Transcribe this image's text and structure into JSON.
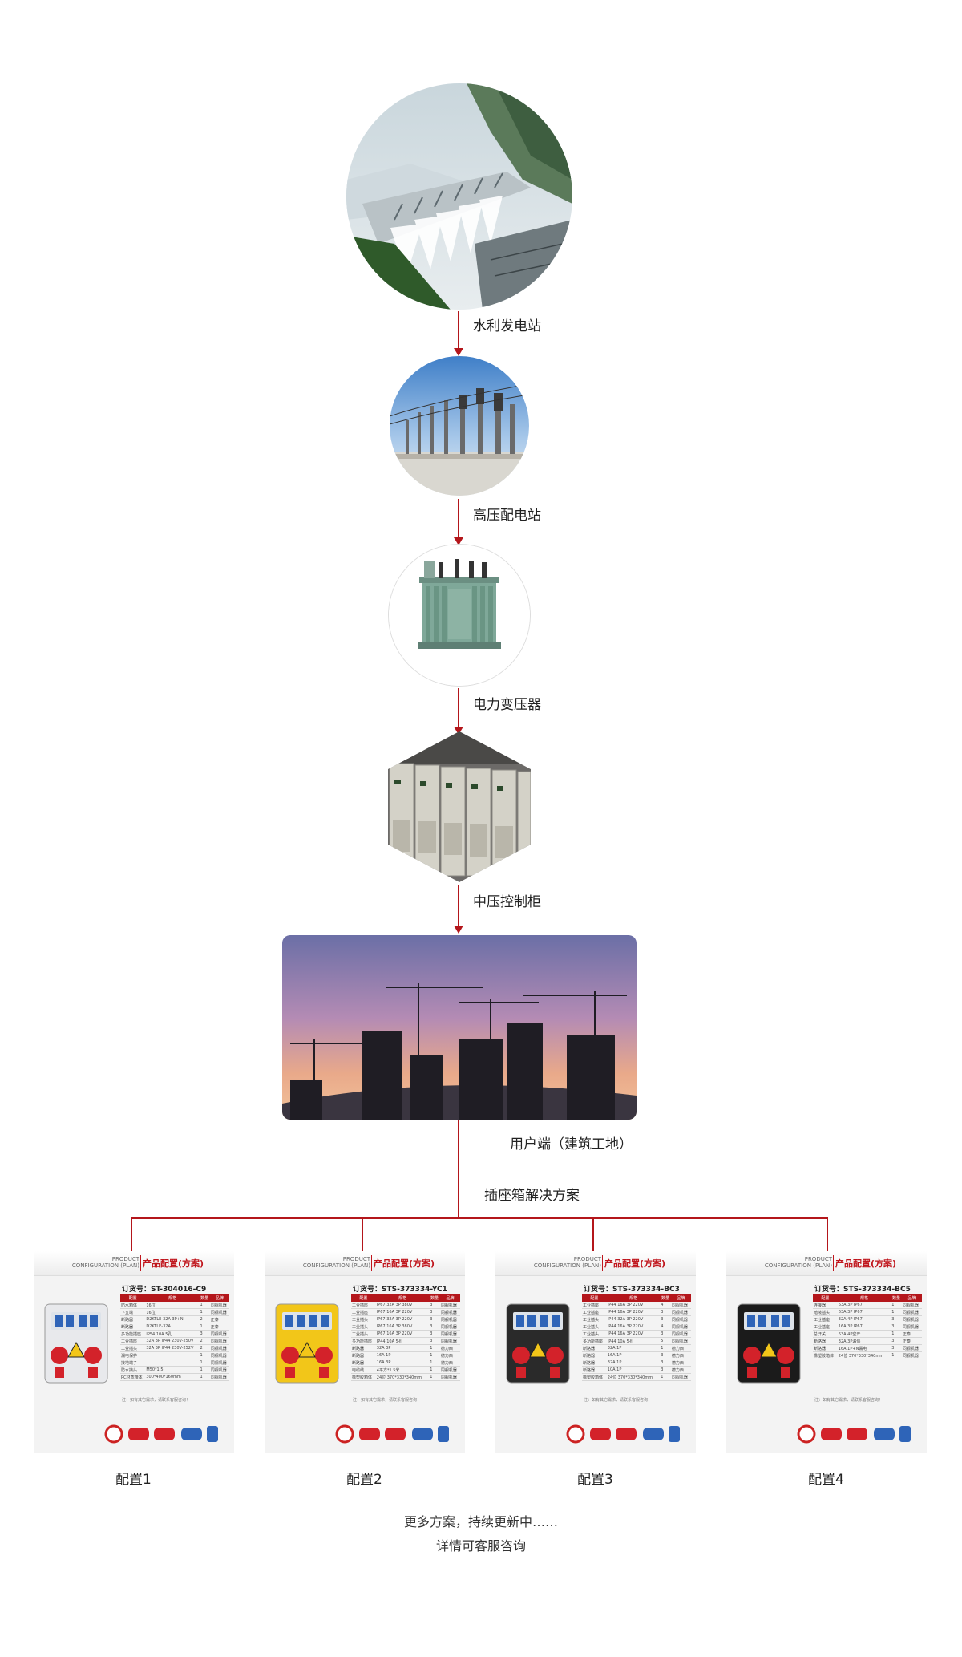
{
  "stages": [
    {
      "label": "水利发电站",
      "icon": "hydro-dam-photo"
    },
    {
      "label": "高压配电站",
      "icon": "substation-photo"
    },
    {
      "label": "电力变压器",
      "icon": "transformer-photo"
    },
    {
      "label": "中压控制柜",
      "icon": "switchgear-photo"
    },
    {
      "label": "用户端（建筑工地）",
      "icon": "construction-site-photo"
    }
  ],
  "solution_label": "插座箱解决方案",
  "card_header": {
    "en_line1": "PRODUCT",
    "en_line2": "CONFIGURATION (PLAN)",
    "cn": "产品配置(方案)"
  },
  "table_headers": [
    "配置",
    "规格",
    "数量",
    "品牌"
  ],
  "configs": [
    {
      "label": "配置1",
      "order_no": "订货号：ST-304016-C9",
      "rows": [
        [
          "防水箱体",
          "16位",
          "1",
          "同舰机器"
        ],
        [
          "下五端",
          "16位",
          "1",
          "同舰机器"
        ],
        [
          "断路器",
          "D2KTLE-32A 3P+N",
          "2",
          "正泰"
        ],
        [
          "断路器",
          "D2KTLE-32A",
          "1",
          "正泰"
        ],
        [
          "多功能插座",
          "IP54 10A 5孔",
          "3",
          "同舰机器"
        ],
        [
          "工业插座",
          "32A 3P IP44 230V-250V",
          "2",
          "同舰机器"
        ],
        [
          "工业插头",
          "32A 3P IP44 230V-252V",
          "2",
          "同舰机器"
        ],
        [
          "漏电保护",
          "",
          "1",
          "同舰机器"
        ],
        [
          "接地端子",
          "",
          "1",
          "同舰机器"
        ],
        [
          "防水接头",
          "M50*1.5",
          "1",
          "同舰机器"
        ],
        [
          "PC材质箱体",
          "300*400*160mm",
          "1",
          "同舰机器"
        ]
      ],
      "note": "注：如有其它需求，请联系客服咨询！",
      "box_color": "#e8e9ec"
    },
    {
      "label": "配置2",
      "order_no": "订货号：STS-373334-YC1",
      "rows": [
        [
          "工业插座",
          "IP67 32A 3P 380V",
          "3",
          "同舰机器"
        ],
        [
          "工业插座",
          "IP67 16A 3P 220V",
          "3",
          "同舰机器"
        ],
        [
          "工业插头",
          "IP67 32A 3P 220V",
          "3",
          "同舰机器"
        ],
        [
          "工业插头",
          "IP67 16A 3P 380V",
          "3",
          "同舰机器"
        ],
        [
          "工业插头",
          "IP67 16A 3P 220V",
          "3",
          "同舰机器"
        ],
        [
          "多功能插座",
          "IP44 10A 5孔",
          "3",
          "同舰机器"
        ],
        [
          "断路器",
          "32A 3P",
          "1",
          "德力西"
        ],
        [
          "断路器",
          "16A 1P",
          "1",
          "德力西"
        ],
        [
          "断路器",
          "16A 3P",
          "1",
          "德力西"
        ],
        [
          "电缆线",
          "4平方*1.5米",
          "1",
          "同舰机器"
        ],
        [
          "橡塑胶箱体",
          "24位 370*330*340mm",
          "1",
          "同舰机器"
        ]
      ],
      "note": "注：如有其它需求，请联系客服咨询！",
      "box_color": "#f2c619"
    },
    {
      "label": "配置3",
      "order_no": "订货号：STS-373334-BC3",
      "rows": [
        [
          "工业插座",
          "IP44 16A 3P 220V",
          "4",
          "同舰机器"
        ],
        [
          "工业插座",
          "IP44 16A 3P 220V",
          "3",
          "同舰机器"
        ],
        [
          "工业插头",
          "IP44 32A 3P 220V",
          "3",
          "同舰机器"
        ],
        [
          "工业插头",
          "IP44 16A 3P 220V",
          "4",
          "同舰机器"
        ],
        [
          "工业插头",
          "IP44 16A 3P 220V",
          "3",
          "同舰机器"
        ],
        [
          "多功能插座",
          "IP44 10A 5孔",
          "5",
          "同舰机器"
        ],
        [
          "断路器",
          "32A 1P",
          "1",
          "德力西"
        ],
        [
          "断路器",
          "16A 1P",
          "3",
          "德力西"
        ],
        [
          "断路器",
          "32A 1P",
          "3",
          "德力西"
        ],
        [
          "断路器",
          "10A 1P",
          "3",
          "德力西"
        ],
        [
          "橡塑胶箱体",
          "24位 370*330*340mm",
          "1",
          "同舰机器"
        ]
      ],
      "note": "注：如有其它需求，请联系客服咨询！",
      "box_color": "#2a2a2a"
    },
    {
      "label": "配置4",
      "order_no": "订货号：STS-373334-BC5",
      "rows": [
        [
          "连接器",
          "63A 3P IP67",
          "1",
          "同舰机器"
        ],
        [
          "暗装插头",
          "63A 3P IP67",
          "1",
          "同舰机器"
        ],
        [
          "工业插座",
          "32A 4P IP67",
          "3",
          "同舰机器"
        ],
        [
          "工业插座",
          "16A 3P IP67",
          "3",
          "同舰机器"
        ],
        [
          "总开关",
          "63A 4P空开",
          "1",
          "正泰"
        ],
        [
          "断路器",
          "32A 3P漏保",
          "3",
          "正泰"
        ],
        [
          "断路器",
          "16A 1P+N漏电",
          "3",
          "同舰机器"
        ],
        [
          "橡塑胶箱体",
          "24位 370*330*340mm",
          "1",
          "同舰机器"
        ]
      ],
      "note": "注：如有其它需求，请联系客服咨询！",
      "box_color": "#1b1b1b"
    }
  ],
  "footer": {
    "line1": "更多方案，持续更新中……",
    "line2": "详情可客服咨询"
  },
  "colors": {
    "flow_red": "#b4161b",
    "accent_red": "#c0161d"
  }
}
